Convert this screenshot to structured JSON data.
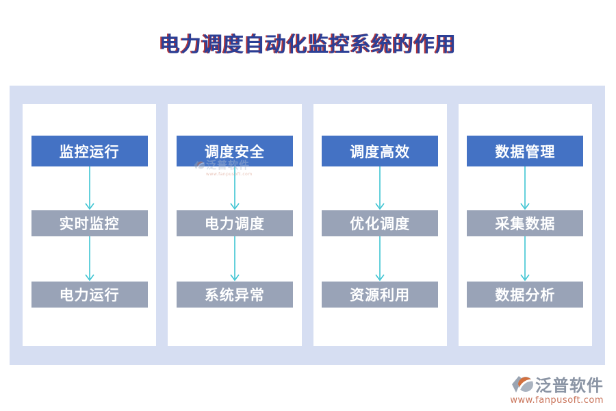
{
  "title": "电力调度自动化监控系统的作用",
  "columns": [
    {
      "top": "监控运行",
      "mid": "实时监控",
      "bottom": "电力运行"
    },
    {
      "top": "调度安全",
      "mid": "电力调度",
      "bottom": "系统异常"
    },
    {
      "top": "调度高效",
      "mid": "优化调度",
      "bottom": "资源利用"
    },
    {
      "top": "数据管理",
      "mid": "采集数据",
      "bottom": "数据分析"
    }
  ],
  "watermark": {
    "brand": "泛普软件",
    "url": "www.fanpusoft.com"
  },
  "logo": {
    "brand": "泛普软件",
    "url": "www.fanpusoft.com"
  },
  "colors": {
    "header_box": "#4472C4",
    "sub_box": "#99A3B7",
    "band": "#D6DEF2",
    "arrow": "#3EC4D2",
    "title_blue": "#2B3F96",
    "title_red_shadow": "#B22020",
    "logo_text": "#8A94A4",
    "logo_url": "#C9745A"
  }
}
